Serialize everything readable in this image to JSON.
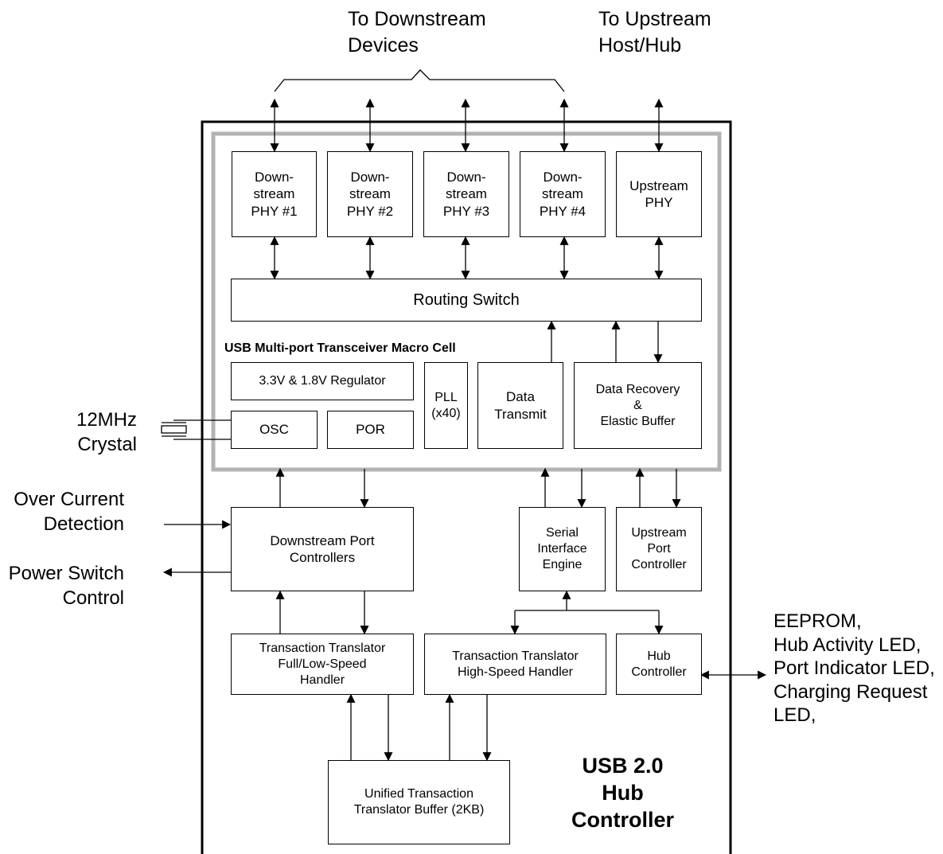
{
  "external": {
    "downstream_devices": "To Downstream\nDevices",
    "upstream_host": "To Upstream\nHost/Hub",
    "crystal": "12MHz\nCrystal",
    "over_current": "Over Current\nDetection",
    "power_switch": "Power Switch\nControl",
    "eeprom_list": "EEPROM,\nHub Activity LED,\nPort Indicator LED,\nCharging Request\nLED,"
  },
  "macro_cell": {
    "title": "USB Multi-port Transceiver Macro Cell",
    "phy1": "Down-\nstream\nPHY #1",
    "phy2": "Down-\nstream\nPHY #2",
    "phy3": "Down-\nstream\nPHY #3",
    "phy4": "Down-\nstream\nPHY #4",
    "upstream_phy": "Upstream\nPHY",
    "routing_switch": "Routing Switch",
    "regulator": "3.3V & 1.8V Regulator",
    "osc": "OSC",
    "por": "POR",
    "pll": "PLL\n(x40)",
    "data_transmit": "Data\nTransmit",
    "data_recovery": "Data Recovery\n&\nElastic Buffer"
  },
  "controller": {
    "title": "USB 2.0\nHub\nController",
    "downstream_port_controllers": "Downstream Port\nControllers",
    "serial_interface_engine": "Serial\nInterface\nEngine",
    "upstream_port_controller": "Upstream\nPort\nController",
    "tt_full_low": "Transaction Translator\nFull/Low-Speed\nHandler",
    "tt_high": "Transaction Translator\nHigh-Speed Handler",
    "hub_controller": "Hub\nController",
    "tt_buffer": "Unified Transaction\nTranslator Buffer (2KB)"
  }
}
